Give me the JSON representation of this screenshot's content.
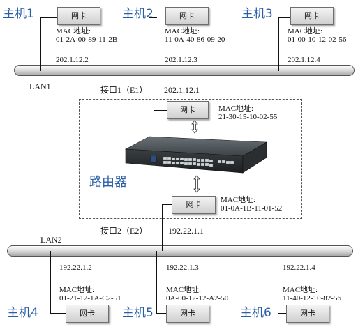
{
  "lan1": {
    "label": "LAN1"
  },
  "lan2": {
    "label": "LAN2"
  },
  "nic_label": "网卡",
  "mac_title": "MAC地址:",
  "hosts": [
    {
      "name": "主机1",
      "mac": "01-2A-00-89-11-2B",
      "ip": "202.1.12.2"
    },
    {
      "name": "主机2",
      "mac": "11-0A-40-86-09-20",
      "ip": "202.1.12.3"
    },
    {
      "name": "主机3",
      "mac": "01-00-10-12-02-56",
      "ip": "202.1.12.4"
    },
    {
      "name": "主机4",
      "mac": "01-21-12-1A-C2-51",
      "ip": "192.22.1.2"
    },
    {
      "name": "主机5",
      "mac": "0A-00-12-12-A2-50",
      "ip": "192.22.1.3"
    },
    {
      "name": "主机6",
      "mac": "11-40-12-10-82-56",
      "ip": "192.22.1.4"
    }
  ],
  "router": {
    "label": "路由器",
    "e1": {
      "label": "接口1（E1）",
      "ip": "202.1.12.1",
      "mac": "21-30-15-10-02-55"
    },
    "e2": {
      "label": "接口2（E2）",
      "ip": "192.22.1.1",
      "mac": "01-0A-1B-11-01-52"
    }
  }
}
